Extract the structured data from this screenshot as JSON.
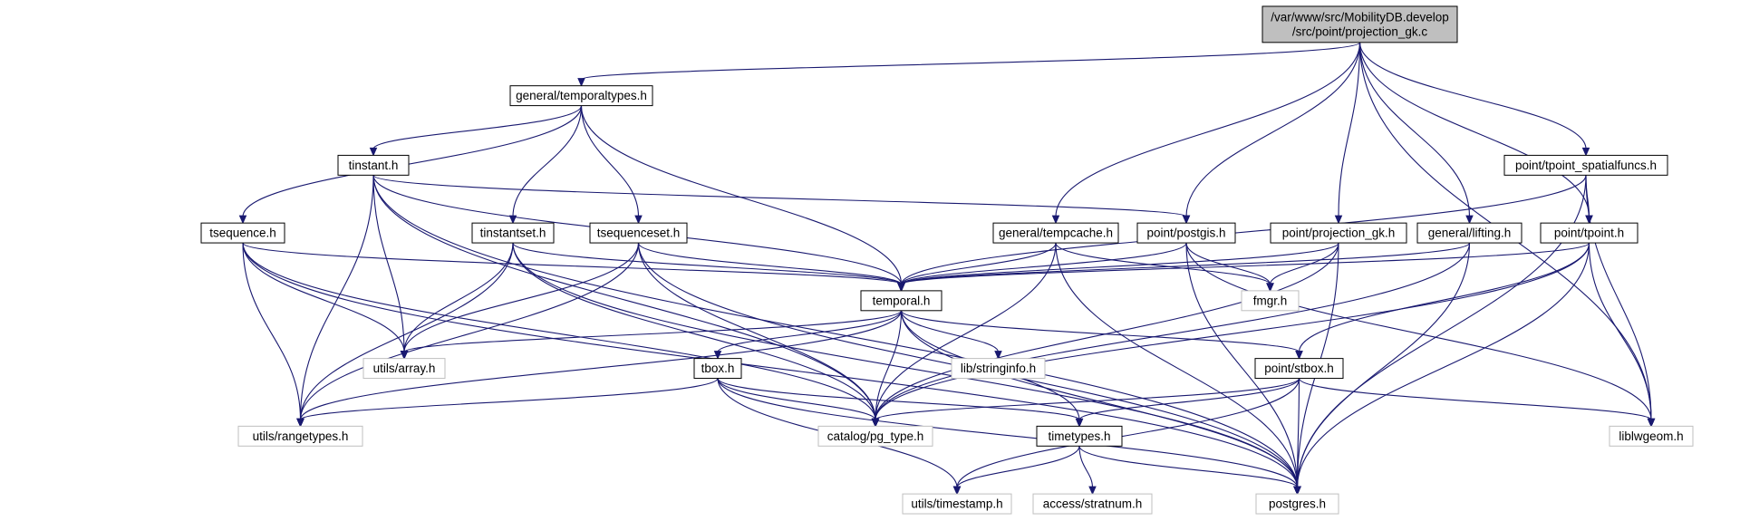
{
  "title": "/var/www/src/MobilityDB.develop/src/point/projection_gk.c",
  "colors": {
    "root_fill": "#bfbfbf",
    "node_border": "#000000",
    "external_border": "#bfbfbf",
    "edge": "#191970"
  },
  "nodes": [
    {
      "id": "root",
      "lines": [
        "/var/www/src/MobilityDB.develop",
        "/src/point/projection_gk.c"
      ],
      "kind": "root"
    },
    {
      "id": "temporaltypes",
      "lines": [
        "general/temporaltypes.h"
      ],
      "kind": "normal"
    },
    {
      "id": "tinstant",
      "lines": [
        "tinstant.h"
      ],
      "kind": "normal"
    },
    {
      "id": "tsequence",
      "lines": [
        "tsequence.h"
      ],
      "kind": "normal"
    },
    {
      "id": "tinstantset",
      "lines": [
        "tinstantset.h"
      ],
      "kind": "normal"
    },
    {
      "id": "tsequenceset",
      "lines": [
        "tsequenceset.h"
      ],
      "kind": "normal"
    },
    {
      "id": "tempcache",
      "lines": [
        "general/tempcache.h"
      ],
      "kind": "normal"
    },
    {
      "id": "postgis",
      "lines": [
        "point/postgis.h"
      ],
      "kind": "normal"
    },
    {
      "id": "projection",
      "lines": [
        "point/projection_gk.h"
      ],
      "kind": "normal"
    },
    {
      "id": "lifting",
      "lines": [
        "general/lifting.h"
      ],
      "kind": "normal"
    },
    {
      "id": "tpoint",
      "lines": [
        "point/tpoint.h"
      ],
      "kind": "normal"
    },
    {
      "id": "spatialfuncs",
      "lines": [
        "point/tpoint_spatialfuncs.h"
      ],
      "kind": "normal"
    },
    {
      "id": "temporal",
      "lines": [
        "temporal.h"
      ],
      "kind": "normal"
    },
    {
      "id": "fmgr",
      "lines": [
        "fmgr.h"
      ],
      "kind": "external"
    },
    {
      "id": "array",
      "lines": [
        "utils/array.h"
      ],
      "kind": "external"
    },
    {
      "id": "stringinfo",
      "lines": [
        "lib/stringinfo.h"
      ],
      "kind": "external"
    },
    {
      "id": "tbox",
      "lines": [
        "tbox.h"
      ],
      "kind": "normal"
    },
    {
      "id": "stbox",
      "lines": [
        "point/stbox.h"
      ],
      "kind": "normal"
    },
    {
      "id": "rangetypes",
      "lines": [
        "utils/rangetypes.h"
      ],
      "kind": "external"
    },
    {
      "id": "pgtype",
      "lines": [
        "catalog/pg_type.h"
      ],
      "kind": "external"
    },
    {
      "id": "timetypes",
      "lines": [
        "timetypes.h"
      ],
      "kind": "normal"
    },
    {
      "id": "liblwgeom",
      "lines": [
        "liblwgeom.h"
      ],
      "kind": "external"
    },
    {
      "id": "timestamp",
      "lines": [
        "utils/timestamp.h"
      ],
      "kind": "external"
    },
    {
      "id": "stratnum",
      "lines": [
        "access/stratnum.h"
      ],
      "kind": "external"
    },
    {
      "id": "postgres",
      "lines": [
        "postgres.h"
      ],
      "kind": "external"
    }
  ],
  "edges": [
    [
      "root",
      "temporaltypes"
    ],
    [
      "root",
      "tempcache"
    ],
    [
      "root",
      "postgis"
    ],
    [
      "root",
      "projection"
    ],
    [
      "root",
      "lifting"
    ],
    [
      "root",
      "tpoint"
    ],
    [
      "root",
      "spatialfuncs"
    ],
    [
      "root",
      "liblwgeom"
    ],
    [
      "temporaltypes",
      "tinstant"
    ],
    [
      "temporaltypes",
      "tsequence"
    ],
    [
      "temporaltypes",
      "tinstantset"
    ],
    [
      "temporaltypes",
      "tsequenceset"
    ],
    [
      "temporaltypes",
      "temporal"
    ],
    [
      "tinstant",
      "postgis"
    ],
    [
      "tinstant",
      "temporal"
    ],
    [
      "tinstant",
      "array"
    ],
    [
      "tinstant",
      "rangetypes"
    ],
    [
      "tinstant",
      "pgtype"
    ],
    [
      "tinstant",
      "postgres"
    ],
    [
      "tsequence",
      "temporal"
    ],
    [
      "tsequence",
      "array"
    ],
    [
      "tsequence",
      "rangetypes"
    ],
    [
      "tsequence",
      "pgtype"
    ],
    [
      "tsequence",
      "postgres"
    ],
    [
      "tinstantset",
      "temporal"
    ],
    [
      "tinstantset",
      "array"
    ],
    [
      "tinstantset",
      "rangetypes"
    ],
    [
      "tinstantset",
      "pgtype"
    ],
    [
      "tinstantset",
      "postgres"
    ],
    [
      "tsequenceset",
      "temporal"
    ],
    [
      "tsequenceset",
      "array"
    ],
    [
      "tsequenceset",
      "rangetypes"
    ],
    [
      "tsequenceset",
      "pgtype"
    ],
    [
      "tsequenceset",
      "postgres"
    ],
    [
      "tempcache",
      "temporal"
    ],
    [
      "tempcache",
      "fmgr"
    ],
    [
      "tempcache",
      "pgtype"
    ],
    [
      "tempcache",
      "postgres"
    ],
    [
      "postgis",
      "temporal"
    ],
    [
      "postgis",
      "fmgr"
    ],
    [
      "postgis",
      "liblwgeom"
    ],
    [
      "postgis",
      "postgres"
    ],
    [
      "projection",
      "temporal"
    ],
    [
      "projection",
      "fmgr"
    ],
    [
      "projection",
      "pgtype"
    ],
    [
      "projection",
      "postgres"
    ],
    [
      "lifting",
      "temporal"
    ],
    [
      "lifting",
      "pgtype"
    ],
    [
      "lifting",
      "postgres"
    ],
    [
      "tpoint",
      "temporal"
    ],
    [
      "tpoint",
      "stbox"
    ],
    [
      "tpoint",
      "pgtype"
    ],
    [
      "tpoint",
      "liblwgeom"
    ],
    [
      "tpoint",
      "postgres"
    ],
    [
      "spatialfuncs",
      "temporal"
    ],
    [
      "spatialfuncs",
      "tpoint"
    ],
    [
      "spatialfuncs",
      "liblwgeom"
    ],
    [
      "spatialfuncs",
      "postgres"
    ],
    [
      "temporal",
      "array"
    ],
    [
      "temporal",
      "stringinfo"
    ],
    [
      "temporal",
      "tbox"
    ],
    [
      "temporal",
      "stbox"
    ],
    [
      "temporal",
      "rangetypes"
    ],
    [
      "temporal",
      "pgtype"
    ],
    [
      "temporal",
      "timetypes"
    ],
    [
      "temporal",
      "postgres"
    ],
    [
      "tbox",
      "rangetypes"
    ],
    [
      "tbox",
      "pgtype"
    ],
    [
      "tbox",
      "timetypes"
    ],
    [
      "tbox",
      "timestamp"
    ],
    [
      "tbox",
      "postgres"
    ],
    [
      "stbox",
      "pgtype"
    ],
    [
      "stbox",
      "timetypes"
    ],
    [
      "stbox",
      "liblwgeom"
    ],
    [
      "stbox",
      "timestamp"
    ],
    [
      "stbox",
      "postgres"
    ],
    [
      "timetypes",
      "timestamp"
    ],
    [
      "timetypes",
      "stratnum"
    ],
    [
      "timetypes",
      "postgres"
    ]
  ]
}
